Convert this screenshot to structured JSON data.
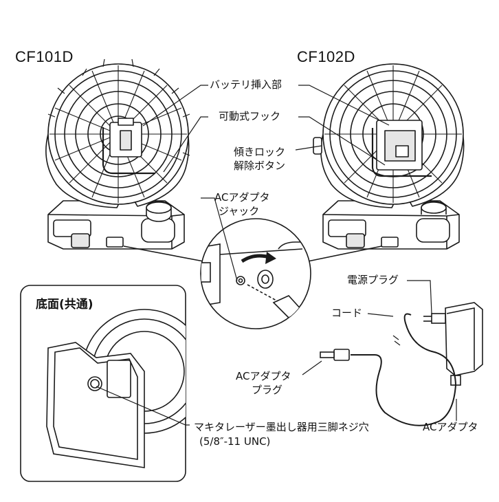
{
  "models": {
    "left": "CF101D",
    "right": "CF102D"
  },
  "labels": {
    "battery_slot": "バッテリ挿入部",
    "movable_hook": "可動式フック",
    "tilt_lock_line1": "傾きロック",
    "tilt_lock_line2": "解除ボタン",
    "ac_jack_line1": "ACアダプタ",
    "ac_jack_line2": "ジャック",
    "power_plug": "電源プラグ",
    "cord": "コード",
    "ac_plug_line1": "ACアダプタ",
    "ac_plug_line2": "プラグ",
    "ac_adapter": "ACアダプタ",
    "tripod_line1": "マキタレーザー墨出し器用三脚ネジ穴",
    "tripod_line2": "(5/8″-11 UNC)"
  },
  "bottom_box": {
    "title": "底面(共通)"
  },
  "colors": {
    "line": "#1a1a1a",
    "bg": "#ffffff",
    "shade": "#e6e6e6"
  }
}
